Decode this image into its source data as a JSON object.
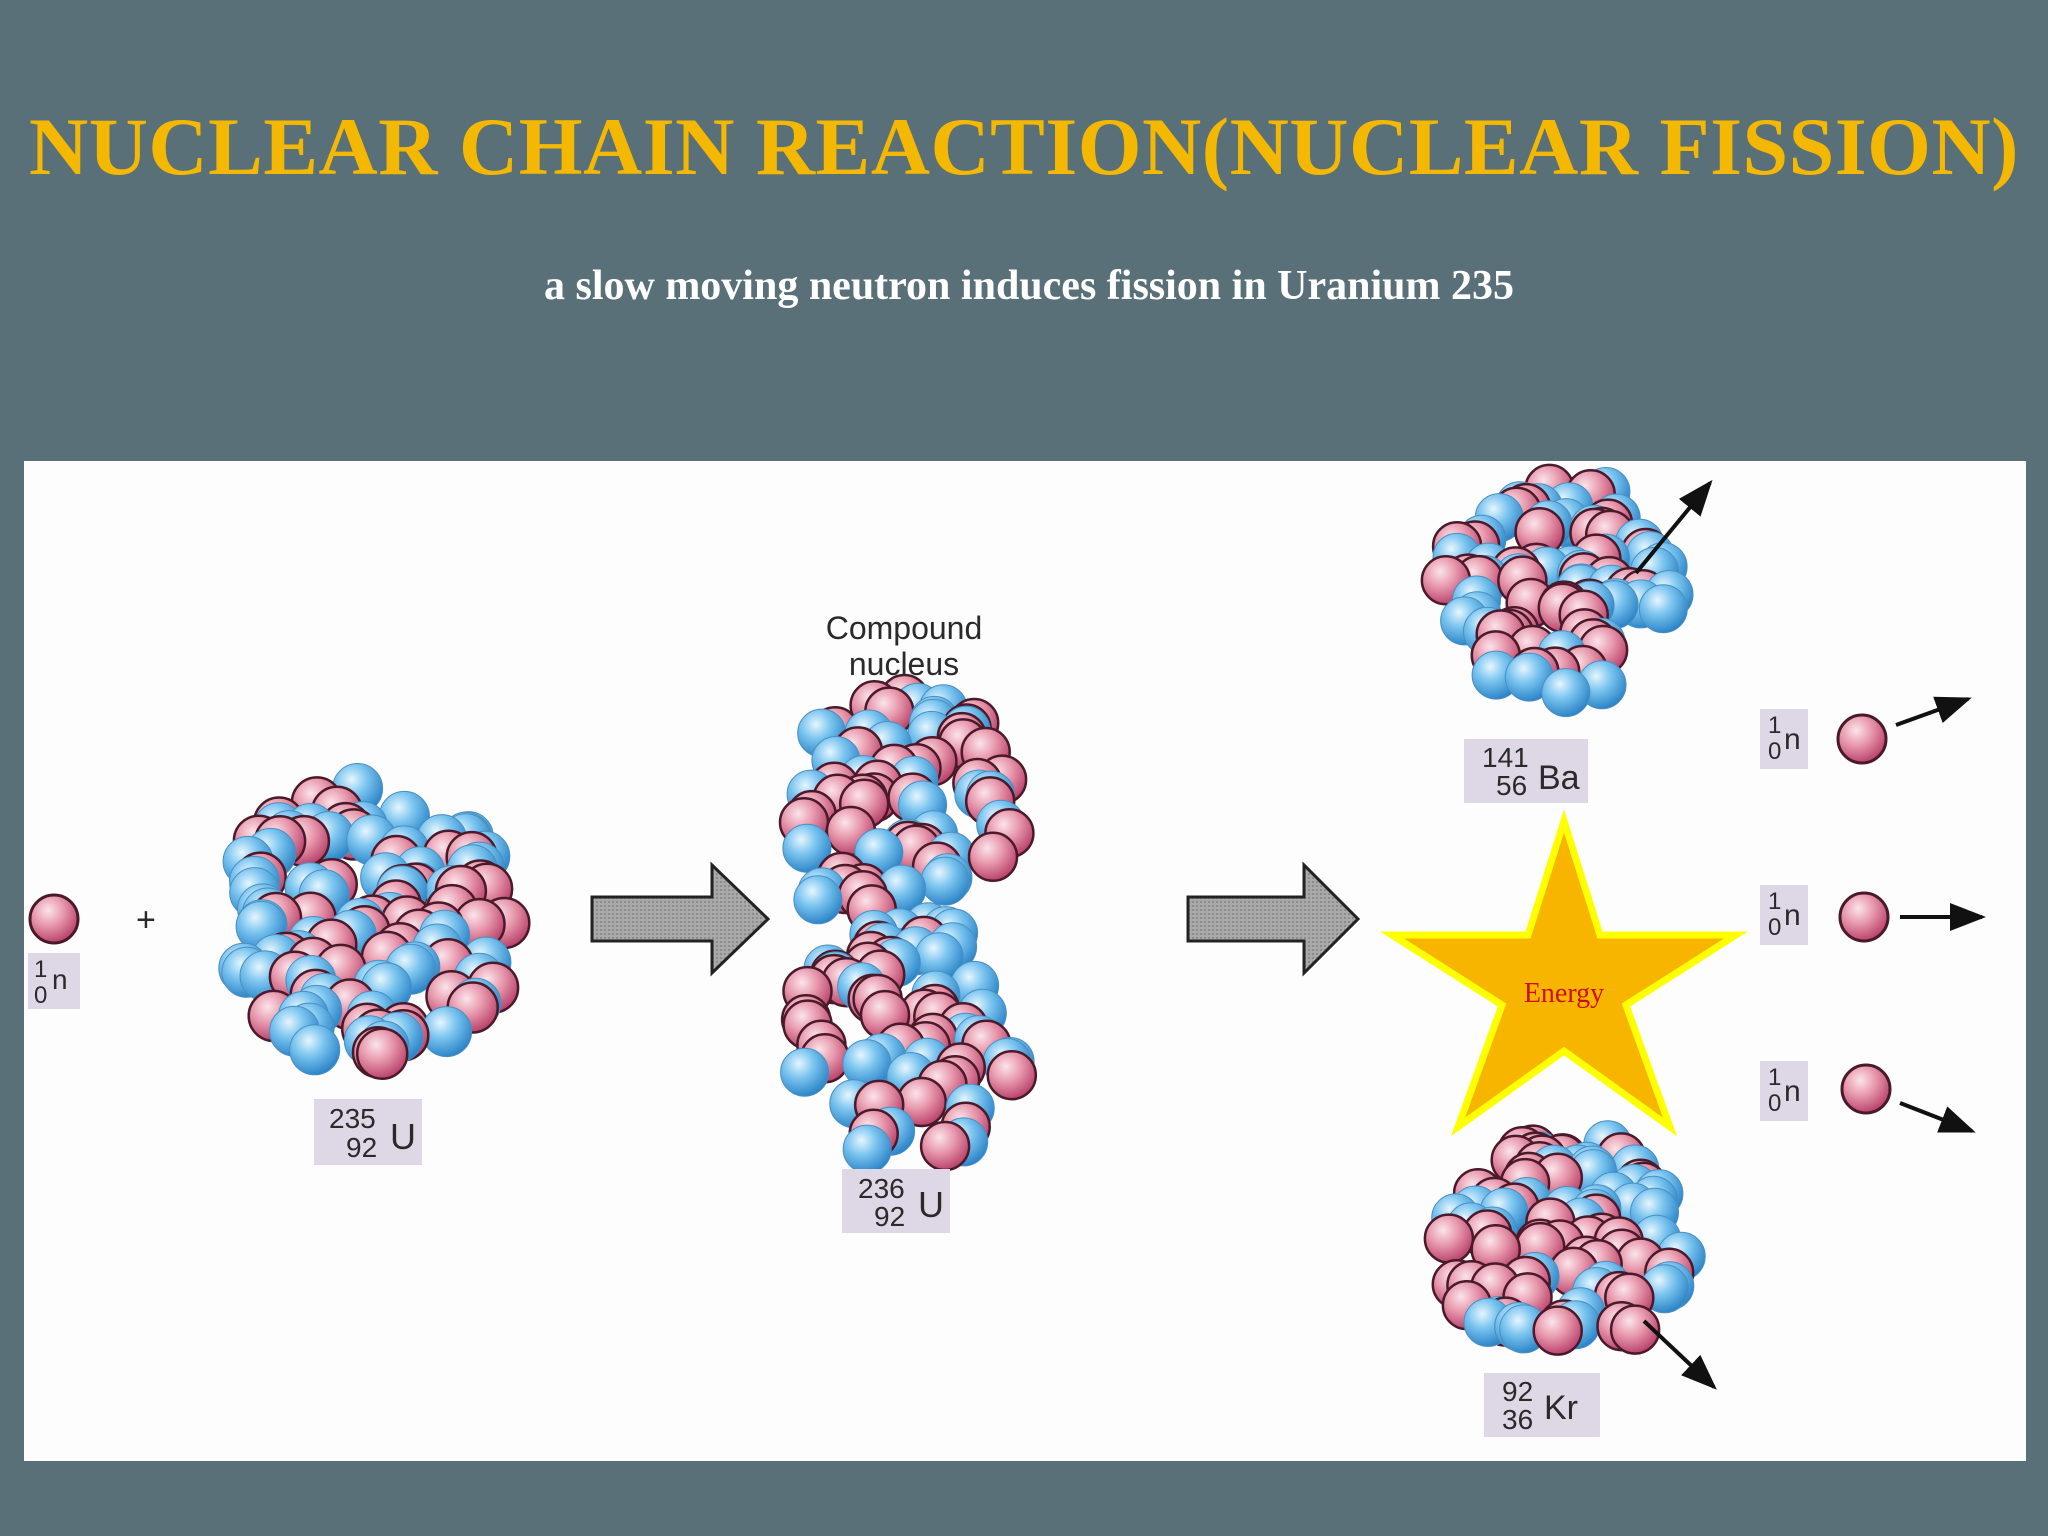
{
  "title": "NUCLEAR CHAIN REACTION(NUCLEAR FISSION)",
  "subtitle": "a slow moving neutron induces fission in Uranium 235",
  "diagram": {
    "plus": "+",
    "compound_label_line1": "Compound",
    "compound_label_line2": "nucleus",
    "energy_label": "Energy",
    "neutron_in": {
      "mass": "1",
      "atomic": "0",
      "symbol": "n"
    },
    "u235": {
      "mass": "235",
      "atomic": "92",
      "symbol": "U"
    },
    "u236": {
      "mass": "236",
      "atomic": "92",
      "symbol": "U"
    },
    "ba141": {
      "mass": "141",
      "atomic": "56",
      "symbol": "Ba"
    },
    "kr92": {
      "mass": "92",
      "atomic": "36",
      "symbol": "Kr"
    },
    "neutron_out_1": {
      "mass": "1",
      "atomic": "0",
      "symbol": "n"
    },
    "neutron_out_2": {
      "mass": "1",
      "atomic": "0",
      "symbol": "n"
    },
    "neutron_out_3": {
      "mass": "1",
      "atomic": "0",
      "symbol": "n"
    }
  },
  "colors": {
    "title": "#f5b800",
    "background": "#5a7078",
    "proton": "#e08aa0",
    "neutron": "#6ab8e8",
    "star_fill": "#f7b500",
    "star_stroke": "#ffff00",
    "energy_text": "#cc1010"
  }
}
